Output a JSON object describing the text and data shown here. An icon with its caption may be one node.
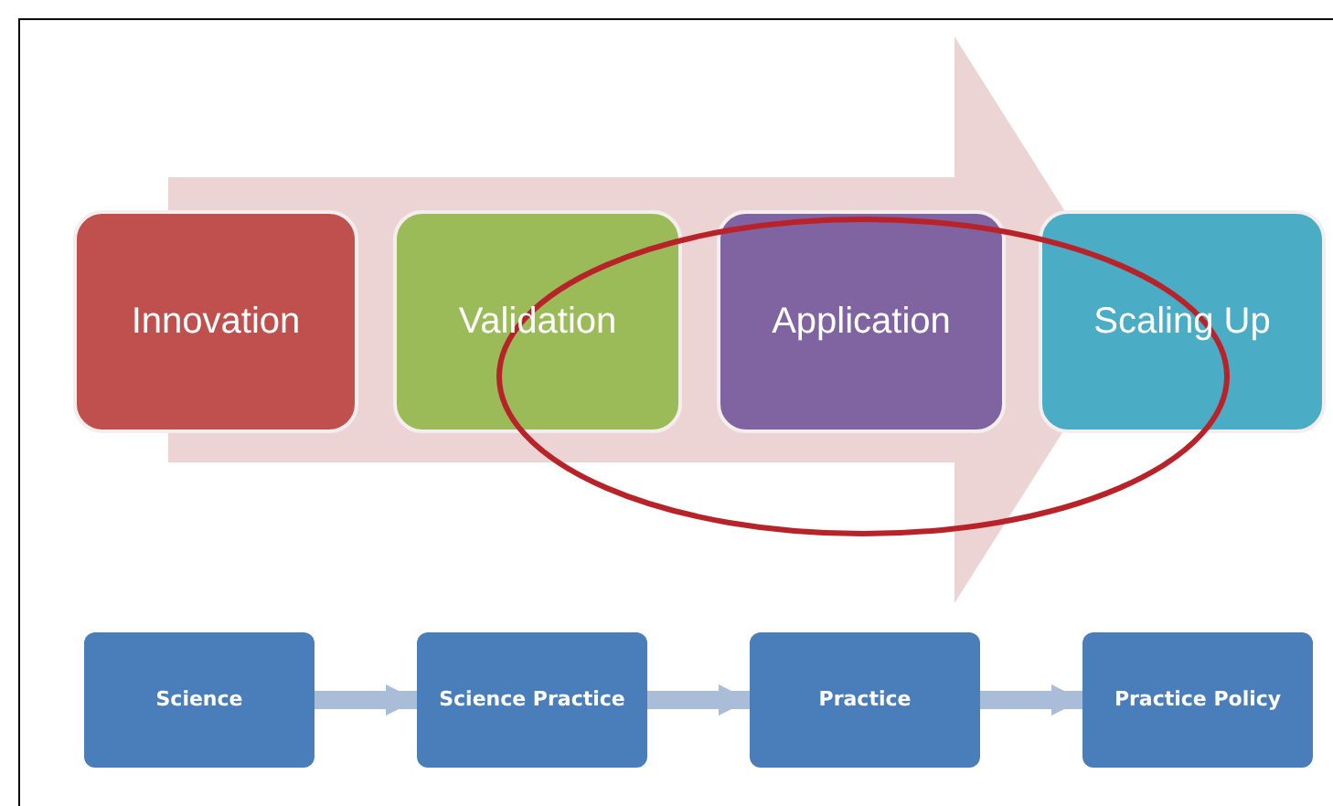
{
  "diagram": {
    "nodes": [
      {
        "text": [
          "Innovation"
        ]
      },
      {
        "text": [
          "Validation"
        ]
      },
      {
        "text": [
          "Application"
        ]
      },
      {
        "text": [
          "Scaling Up"
        ]
      },
      {
        "text": [
          "Science"
        ]
      },
      {
        "text": [
          "Science Practice"
        ]
      },
      {
        "text": [
          "Practice"
        ]
      },
      {
        "text": [
          "Practice Policy"
        ]
      }
    ],
    "edges": [
      {
        "from": 4,
        "to": 5,
        "arrow": "to"
      },
      {
        "from": 5,
        "to": 6,
        "arrow": "to"
      },
      {
        "from": 6,
        "to": 7,
        "arrow": "to"
      }
    ]
  }
}
